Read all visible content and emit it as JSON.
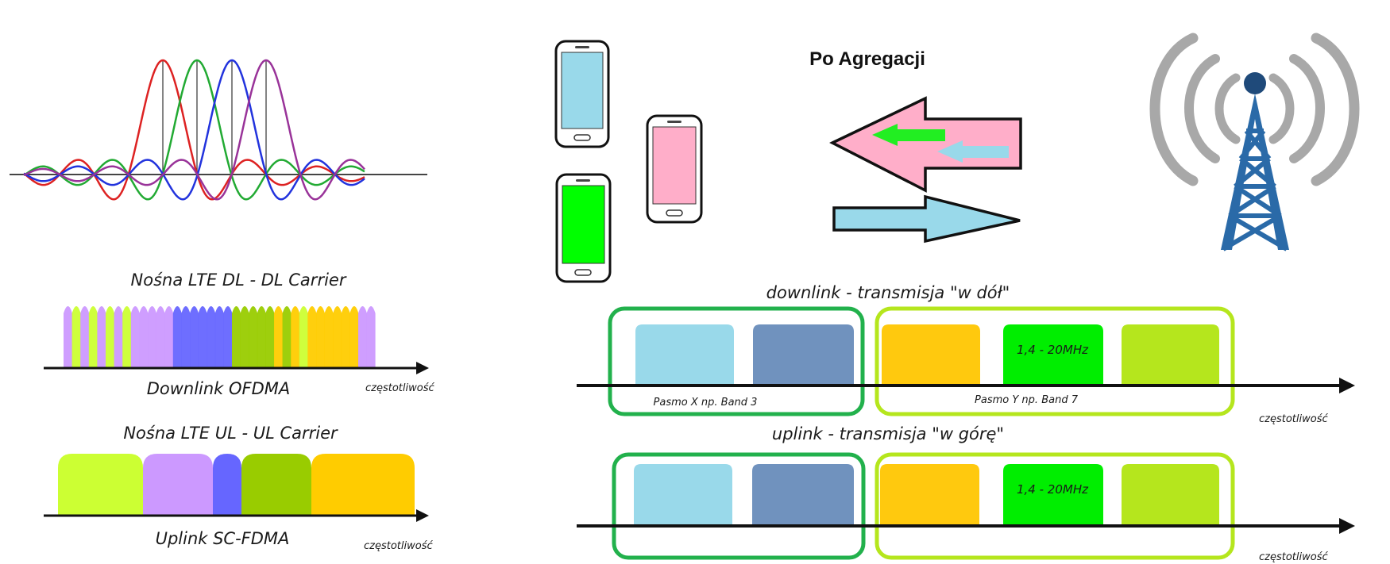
{
  "ofdm_plot": {
    "curves": [
      {
        "name_color": "#dd2222"
      },
      {
        "name_color": "#22aa33"
      },
      {
        "name_color": "#2233dd"
      },
      {
        "name_color": "#993399"
      }
    ]
  },
  "left_panel": {
    "dl_title": "Nośna LTE DL - DL Carrier",
    "dl_axis_label": "Downlink OFDMA",
    "ul_title": "Nośna LTE UL - UL Carrier",
    "ul_axis_label": "Uplink SC-FDMA",
    "freq_label": "częstotliwość",
    "dl_subcarrier_colors": [
      "#cc99ff",
      "#ccff33",
      "#cc99ff",
      "#ccff33",
      "#cc99ff",
      "#ccff33",
      "#cc99ff",
      "#ccff33",
      "#cc99ff",
      "#cc99ff",
      "#cc99ff",
      "#cc99ff",
      "#cc99ff",
      "#6666ff",
      "#6666ff",
      "#6666ff",
      "#6666ff",
      "#6666ff",
      "#6666ff",
      "#6666ff",
      "#99cc00",
      "#99cc00",
      "#99cc00",
      "#99cc00",
      "#99cc00",
      "#ffcc00",
      "#99cc00",
      "#ffcc00",
      "#ccff33",
      "#ffcc00",
      "#ffcc00",
      "#ffcc00",
      "#ffcc00",
      "#ffcc00",
      "#ffcc00",
      "#cc99ff",
      "#cc99ff"
    ],
    "ul_block_colors": [
      "#ccff33",
      "#cc99ff",
      "#6666ff",
      "#99cc00",
      "#ffcc00"
    ]
  },
  "right_panel": {
    "title": "Po Agregacji",
    "downlink_label": "downlink - transmisja \"w dół\"",
    "uplink_label": "uplink - transmisja \"w górę\"",
    "band_x_label": "Pasmo X np. Band 3",
    "band_y_label": "Pasmo Y np. Band 7",
    "bandwidth_label": "1,4 - 20MHz",
    "freq_label": "częstotliwość",
    "phone_screen_colors": [
      "#99d9ea",
      "#ffaec9",
      "#00ff00"
    ],
    "colors": {
      "group_x_border": "#22b14c",
      "group_y_border": "#b5e61d",
      "block_light_blue": "#99d9ea",
      "block_steel_blue": "#7092be",
      "block_orange": "#ffc90e",
      "block_green": "#00ee00",
      "block_lime": "#b5e61d",
      "arrow_pink": "#ffaec9",
      "arrow_light_blue": "#99d9ea",
      "arrow_green": "#22ee22"
    }
  }
}
